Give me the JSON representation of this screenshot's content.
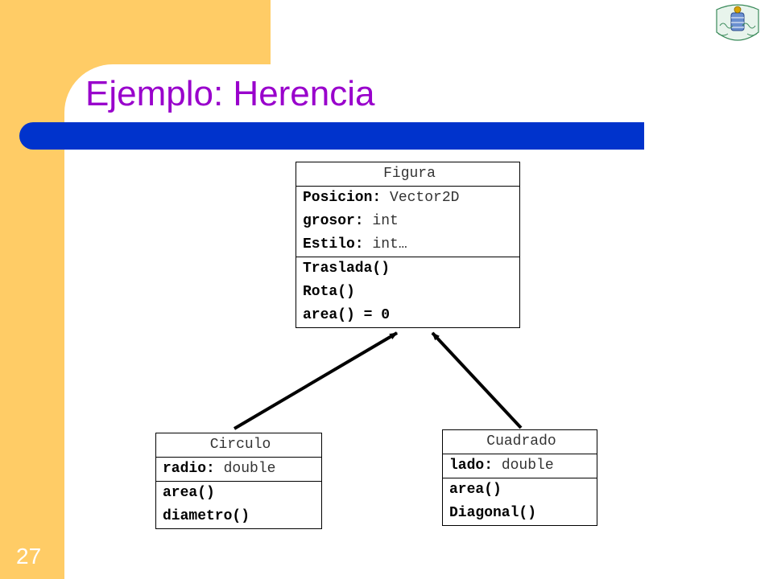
{
  "slide": {
    "title": "Ejemplo: Herencia",
    "page_number": "27",
    "accent_colors": {
      "band": "#ffcc66",
      "title": "#9900cc",
      "bar": "#0033cc"
    },
    "logo_icon": "university-crest-icon"
  },
  "classes": {
    "figura": {
      "name": "Figura",
      "attributes": [
        {
          "name": "Posicion:",
          "type": " Vector2D"
        },
        {
          "name": "grosor:",
          "type": " int"
        },
        {
          "name": "Estilo:",
          "type": " int…"
        }
      ],
      "methods": [
        "Traslada()",
        "Rota()",
        "area() = 0"
      ]
    },
    "circulo": {
      "name": "Circulo",
      "attributes": [
        {
          "name": "radio:",
          "type": " double"
        }
      ],
      "methods": [
        "area()",
        "diametro()"
      ]
    },
    "cuadrado": {
      "name": "Cuadrado",
      "attributes": [
        {
          "name": "lado:",
          "type": " double"
        }
      ],
      "methods": [
        "area()",
        "Diagonal()"
      ]
    }
  },
  "relations": [
    {
      "type": "inheritance",
      "from": "Circulo",
      "to": "Figura"
    },
    {
      "type": "inheritance",
      "from": "Cuadrado",
      "to": "Figura"
    }
  ]
}
